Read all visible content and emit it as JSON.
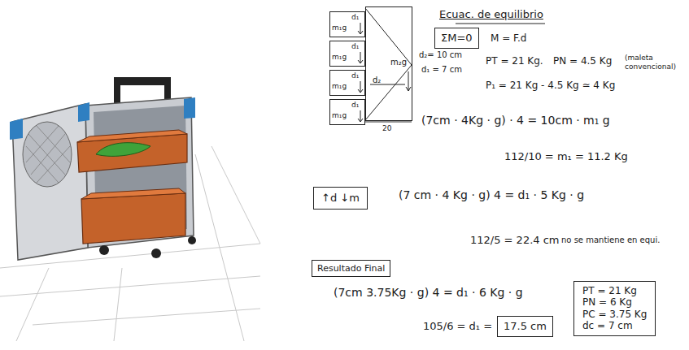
{
  "diagram": {
    "title": "Ecuac. de equilibrio",
    "nodes": [
      {
        "text": [
          "d₂",
          "m₂g"
        ]
      },
      {
        "text": [
          "m₁g",
          "d₁"
        ]
      },
      {
        "text": [
          "m₁g",
          "d₁"
        ]
      },
      {
        "text": [
          "m₁g",
          "d₁"
        ]
      },
      {
        "text": [
          "m₁g",
          "d₁"
        ]
      },
      {
        "text": [
          "ΣM=0"
        ]
      },
      {
        "text": [
          "↑d ↓m"
        ]
      },
      {
        "text": [
          "Resultado Final"
        ]
      },
      {
        "text": [
          "17.5 cm"
        ]
      },
      {
        "text": [
          "PT = 21 Kg",
          "PN = 6 Kg",
          "PC = 3.75 Kg",
          "dc = 7 cm"
        ]
      }
    ],
    "labels": [
      "20",
      "d₂= 10 cm",
      "d₁ = 7 cm",
      "M = F.d",
      "PT = 21 Kg.",
      "PN = 4.5 Kg",
      "(maleta convencional)",
      "P₁ = 21 Kg - 4.5 Kg ≃ 4 Kg",
      "(7cm · 4Kg · g) · 4 = 10cm · m₁ g",
      "112/10 = m₁ = 11.2 Kg",
      "(7 cm · 4 Kg · g) 4 = d₁ · 5 Kg · g",
      "112/5 = 22.4 cm",
      "no se mantiene en equi.",
      "(7cm 3.75Kg · g) 4 = d₁ · 6 Kg · g",
      "105/6 = d₁ ="
    ]
  }
}
